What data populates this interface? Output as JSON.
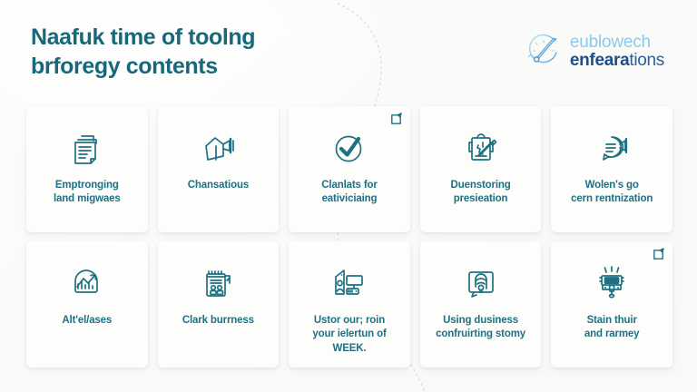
{
  "page": {
    "background_color": "#fbfbfa",
    "accent_color": "#17697a",
    "card_color": "#fdfdfc"
  },
  "header": {
    "title": "Naafuk time of toolng\nbrforegy contents",
    "logo": {
      "icon": "gauge-compass-icon",
      "line1": "eublowech",
      "line2_strong": "enfeara",
      "line2_rest": "tions"
    }
  },
  "decor": {
    "arc": "dotted-curve-decoration"
  },
  "cards": [
    {
      "icon": "document-stack-icon",
      "label": "Emptronging\nland migwaes",
      "badge": false
    },
    {
      "icon": "house-megaphone-icon",
      "label": "Chansatious",
      "badge": false
    },
    {
      "icon": "check-circle-icon",
      "label": "Clanlats for\neativiciaing",
      "badge": true
    },
    {
      "icon": "clipboard-pencil-icon",
      "label": "Duenstoring\npresieation",
      "badge": false
    },
    {
      "icon": "speech-bubble-icon",
      "label": "Wolen's go\ncern rentnization",
      "badge": false
    },
    {
      "icon": "chart-growth-icon",
      "label": "Alt'el/ases",
      "badge": false
    },
    {
      "icon": "report-people-icon",
      "label": "Clark burrness",
      "badge": false
    },
    {
      "icon": "person-monitor-icon",
      "label": "Ustor our; roin\nyour ielertun of\nWEEK.",
      "badge": false
    },
    {
      "icon": "screen-idea-icon",
      "label": "Using dusiness\nconfruirting stomy",
      "badge": false
    },
    {
      "icon": "device-rays-icon",
      "label": "Stain thuir\nand rarmey",
      "badge": true
    }
  ],
  "badge": {
    "icon": "expand-corner-icon"
  }
}
